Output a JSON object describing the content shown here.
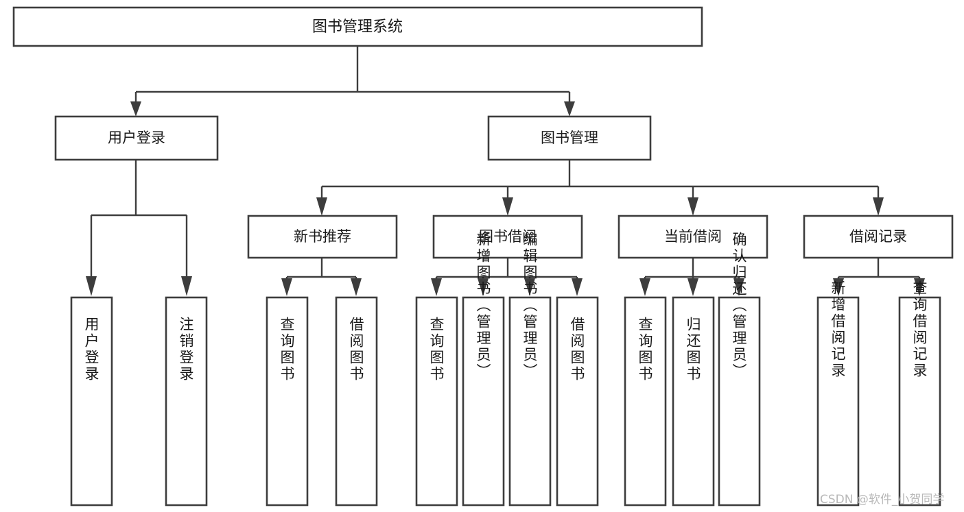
{
  "diagram": {
    "title": "图书管理系统",
    "type": "tree",
    "root": {
      "id": "root",
      "label": "图书管理系统"
    },
    "level2": [
      {
        "id": "user-login",
        "label": "用户登录"
      },
      {
        "id": "book-manage",
        "label": "图书管理"
      }
    ],
    "level3": [
      {
        "id": "new-book-recommend",
        "label": "新书推荐",
        "parent": "book-manage"
      },
      {
        "id": "book-borrow",
        "label": "图书借阅",
        "parent": "book-manage"
      },
      {
        "id": "current-borrow",
        "label": "当前借阅",
        "parent": "book-manage"
      },
      {
        "id": "borrow-record",
        "label": "借阅记录",
        "parent": "book-manage"
      }
    ],
    "leaves": [
      {
        "id": "leaf-user-login",
        "label": "用户登录",
        "parent": "user-login"
      },
      {
        "id": "leaf-logout",
        "label": "注销登录",
        "parent": "user-login"
      },
      {
        "id": "leaf-query-book-1",
        "label": "查询图书",
        "parent": "new-book-recommend"
      },
      {
        "id": "leaf-borrow-book-1",
        "label": "借阅图书",
        "parent": "new-book-recommend"
      },
      {
        "id": "leaf-query-book-2",
        "label": "查询图书",
        "parent": "book-borrow"
      },
      {
        "id": "leaf-add-book",
        "label": "新增图书（管理员）",
        "parent": "book-borrow"
      },
      {
        "id": "leaf-edit-book",
        "label": "编辑图书（管理员）",
        "parent": "book-borrow"
      },
      {
        "id": "leaf-borrow-book-2",
        "label": "借阅图书",
        "parent": "book-borrow"
      },
      {
        "id": "leaf-query-book-3",
        "label": "查询图书",
        "parent": "current-borrow"
      },
      {
        "id": "leaf-return-book",
        "label": "归还图书",
        "parent": "current-borrow"
      },
      {
        "id": "leaf-confirm-return",
        "label": "确认归还（管理员）",
        "parent": "current-borrow"
      },
      {
        "id": "leaf-add-record",
        "label": "新增借阅记录",
        "parent": "borrow-record"
      },
      {
        "id": "leaf-query-record",
        "label": "查询借阅记录",
        "parent": "borrow-record"
      }
    ],
    "colors": {
      "box_stroke": "#3d3d3d",
      "box_fill": "#ffffff",
      "connector": "#3d3d3d",
      "text": "#1a1a1a",
      "watermark": "#b9b9b9",
      "background": "#ffffff"
    }
  },
  "watermark": {
    "text": "CSDN @软件_小贺同学"
  }
}
